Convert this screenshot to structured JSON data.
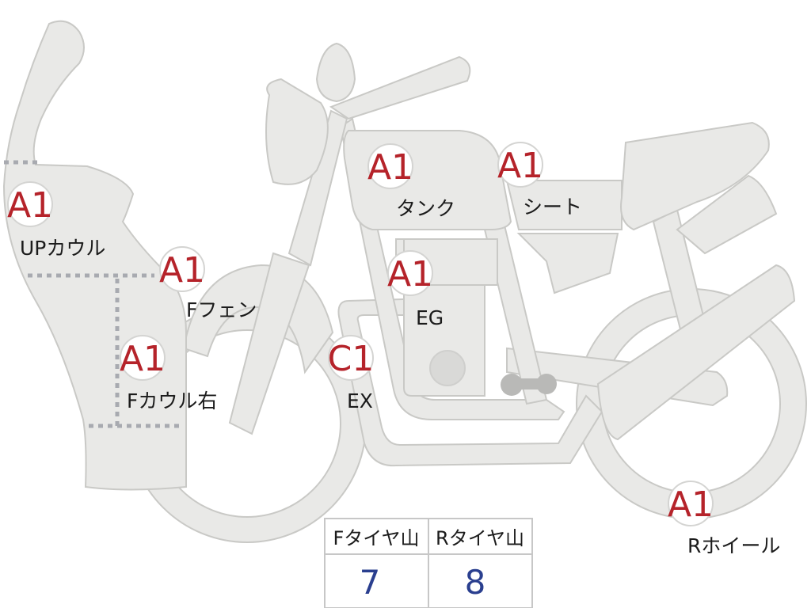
{
  "parts": {
    "up_cowl": {
      "grade": "A1",
      "label": "UPカウル"
    },
    "f_fender": {
      "grade": "A1",
      "label": "Fフェン"
    },
    "f_cowl_right": {
      "grade": "A1",
      "label": "Fカウル右"
    },
    "tank": {
      "grade": "A1",
      "label": "タンク"
    },
    "seat": {
      "grade": "A1",
      "label": "シート"
    },
    "engine": {
      "grade": "A1",
      "label": "EG"
    },
    "exhaust": {
      "grade": "C1",
      "label": "EX"
    },
    "r_wheel": {
      "grade": "A1",
      "label": "Rホイール"
    }
  },
  "tire_table": {
    "front_header": "Fタイヤ山",
    "rear_header": "Rタイヤ山",
    "front_value": "7",
    "rear_value": "8"
  },
  "colors": {
    "grade_text": "#b5232a",
    "value_text": "#2a3f8f",
    "body_fill": "#e9e9e7"
  }
}
